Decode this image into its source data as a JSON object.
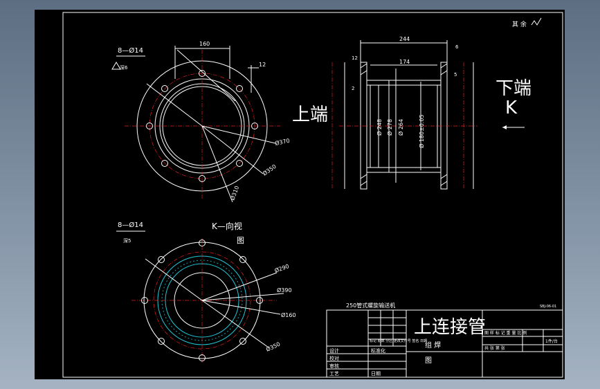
{
  "notes": {
    "tech_req": "其 余"
  },
  "top_left_view": {
    "hole_callout": "8—Ø14",
    "depth_note": "深6",
    "dim_top": "160",
    "dim_side": "12",
    "dim_370": "Ø370",
    "dim_350": "Ø350",
    "dim_310": "Ø310",
    "label": "上端"
  },
  "section_view": {
    "dim_244": "244",
    "dim_174": "174",
    "dim_248": "Ø 248",
    "dim_278": "Ø 278",
    "dim_264": "Ø 264",
    "dim_180": "Ø 180±0.05",
    "small_12": "12",
    "small_6": "6",
    "small_5": "5",
    "small_2": "2",
    "label_bottom": "下端",
    "label_k": "K"
  },
  "bottom_view": {
    "hole_callout": "8—Ø14",
    "depth_note": "深5",
    "view_label": "K—向视",
    "view_label2": "图",
    "dim_290": "Ø290",
    "dim_390": "Ø390",
    "dim_160": "Ø160",
    "dim_350": "Ø350"
  },
  "title_block": {
    "project": "250管式螺旋输送机",
    "drawing_no": "SBJ-06-01",
    "part_name": "上连接管",
    "material": "组 焊",
    "material2": "图",
    "scale_hdr": "图 样 标 记   重 量   比 例",
    "scale_val": "1件/台",
    "sheet_info": "共 张   第 张",
    "rows": [
      {
        "role": "设计",
        "c2": "标准化"
      },
      {
        "role": "校对",
        "c2": ""
      },
      {
        "role": "审核",
        "c2": ""
      },
      {
        "role": "工艺",
        "c2": "日期"
      }
    ],
    "hdr_cols": "标记 处数 分区 更改文件号 签名 日期"
  }
}
